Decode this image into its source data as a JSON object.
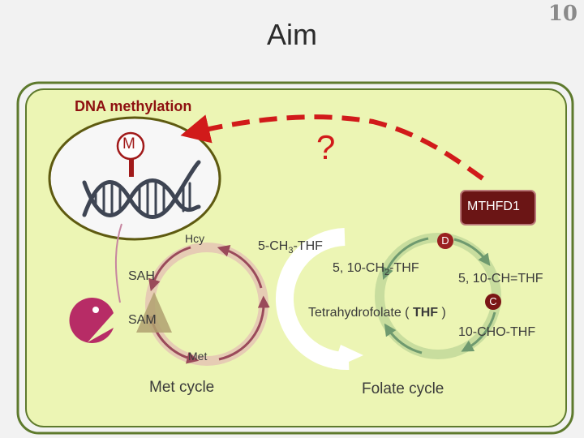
{
  "slide": {
    "title": "Aim",
    "number": "10"
  },
  "diagram": {
    "dna_methylation": "DNA methylation",
    "methyl_mark": "M",
    "question_mark": "?",
    "enzyme": "MTHFD1",
    "met_cycle": {
      "hcy": "Hcy",
      "sah": "SAH",
      "sam": "SAM",
      "met": "Met",
      "name": "Met cycle"
    },
    "folate_cycle": {
      "methyl_thf_prefix": "5-CH",
      "methyl_thf_sub": "3",
      "methyl_thf_suffix": "-THF",
      "methylene_thf_prefix": "5, 10-CH",
      "methylene_thf_sub": "2",
      "methylene_thf_suffix": "-THF",
      "methenyl_thf": "5, 10-CH=THF",
      "thf_prefix": "Tetrahydrofolate  ( ",
      "thf_abbr": "THF",
      "thf_suffix": " )",
      "formyl_thf": "10-CHO-THF",
      "badge_d": "D",
      "badge_c": "C",
      "name": "Folate cycle"
    }
  },
  "colors": {
    "panel_fill": "#ecf5b4",
    "panel_border": "#5e7a2d",
    "arrow_red": "#d11a1a",
    "enzyme_fill": "#6b1515"
  }
}
